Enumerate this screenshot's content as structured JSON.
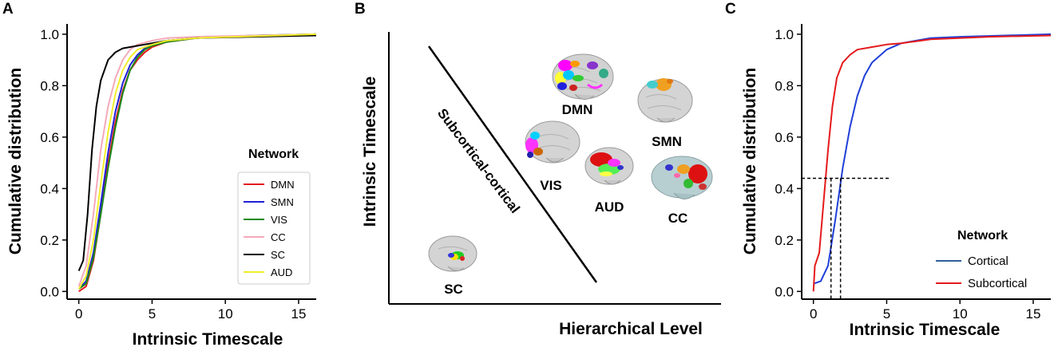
{
  "panels": {
    "a": "A",
    "b": "B",
    "c": "C"
  },
  "chart_data": [
    {
      "type": "line",
      "panel": "A",
      "xlabel": "Intrinsic Timescale",
      "ylabel": "Cumulative distribution",
      "xlim": [
        -0.8,
        16.2
      ],
      "ylim": [
        -0.03,
        1.04
      ],
      "xticks": [
        0,
        5,
        10,
        15
      ],
      "yticks": [
        0.0,
        0.2,
        0.4,
        0.6,
        0.8,
        1.0
      ],
      "legend": {
        "title": "Network",
        "placement": "center-right"
      },
      "series": [
        {
          "name": "DMN",
          "color": "#e41a1c",
          "points": [
            [
              0,
              0.0
            ],
            [
              0.5,
              0.02
            ],
            [
              1.0,
              0.12
            ],
            [
              1.5,
              0.3
            ],
            [
              2.0,
              0.5
            ],
            [
              2.5,
              0.66
            ],
            [
              3.0,
              0.78
            ],
            [
              3.5,
              0.86
            ],
            [
              4.0,
              0.9
            ],
            [
              4.5,
              0.93
            ],
            [
              5.0,
              0.95
            ],
            [
              6.0,
              0.97
            ],
            [
              8.0,
              0.985
            ],
            [
              10.0,
              0.99
            ],
            [
              16.2,
              1.0
            ]
          ]
        },
        {
          "name": "SMN",
          "color": "#1f1fd6",
          "points": [
            [
              0,
              0.01
            ],
            [
              0.5,
              0.04
            ],
            [
              1.0,
              0.15
            ],
            [
              1.5,
              0.34
            ],
            [
              2.0,
              0.54
            ],
            [
              2.5,
              0.7
            ],
            [
              3.0,
              0.81
            ],
            [
              3.5,
              0.88
            ],
            [
              4.0,
              0.92
            ],
            [
              4.5,
              0.945
            ],
            [
              5.0,
              0.96
            ],
            [
              6.0,
              0.975
            ],
            [
              8.0,
              0.985
            ],
            [
              12.0,
              0.995
            ],
            [
              16.2,
              1.0
            ]
          ]
        },
        {
          "name": "VIS",
          "color": "#1a8a1a",
          "points": [
            [
              0,
              0.01
            ],
            [
              0.5,
              0.03
            ],
            [
              1.0,
              0.13
            ],
            [
              1.5,
              0.3
            ],
            [
              2.0,
              0.48
            ],
            [
              2.5,
              0.64
            ],
            [
              3.0,
              0.77
            ],
            [
              3.5,
              0.86
            ],
            [
              4.0,
              0.91
            ],
            [
              4.5,
              0.94
            ],
            [
              5.0,
              0.955
            ],
            [
              6.0,
              0.97
            ],
            [
              8.0,
              0.985
            ],
            [
              12.0,
              0.995
            ],
            [
              16.2,
              1.0
            ]
          ]
        },
        {
          "name": "CC",
          "color": "#f4aaba",
          "points": [
            [
              0,
              0.02
            ],
            [
              0.5,
              0.1
            ],
            [
              1.0,
              0.3
            ],
            [
              1.5,
              0.55
            ],
            [
              2.0,
              0.72
            ],
            [
              2.5,
              0.83
            ],
            [
              3.0,
              0.9
            ],
            [
              3.5,
              0.94
            ],
            [
              4.0,
              0.96
            ],
            [
              5.0,
              0.975
            ],
            [
              6.0,
              0.985
            ],
            [
              8.0,
              0.99
            ],
            [
              16.2,
              1.0
            ]
          ]
        },
        {
          "name": "SC",
          "color": "#000000",
          "points": [
            [
              0,
              0.08
            ],
            [
              0.3,
              0.12
            ],
            [
              0.6,
              0.3
            ],
            [
              0.9,
              0.55
            ],
            [
              1.2,
              0.72
            ],
            [
              1.5,
              0.82
            ],
            [
              2.0,
              0.9
            ],
            [
              2.5,
              0.93
            ],
            [
              3.0,
              0.945
            ],
            [
              4.0,
              0.955
            ],
            [
              5.0,
              0.965
            ],
            [
              6.0,
              0.975
            ],
            [
              8.0,
              0.985
            ],
            [
              12.0,
              0.99
            ],
            [
              16.2,
              0.995
            ]
          ]
        },
        {
          "name": "AUD",
          "color": "#f2ee2e",
          "points": [
            [
              0,
              0.01
            ],
            [
              0.5,
              0.06
            ],
            [
              1.0,
              0.2
            ],
            [
              1.5,
              0.42
            ],
            [
              2.0,
              0.62
            ],
            [
              2.5,
              0.77
            ],
            [
              3.0,
              0.86
            ],
            [
              3.5,
              0.91
            ],
            [
              4.0,
              0.94
            ],
            [
              5.0,
              0.96
            ],
            [
              6.0,
              0.975
            ],
            [
              8.0,
              0.985
            ],
            [
              16.2,
              1.0
            ]
          ]
        }
      ]
    },
    {
      "type": "line",
      "panel": "C",
      "xlabel": "Intrinsic Timescale",
      "ylabel": "Cumulative distribution",
      "xlim": [
        -0.8,
        16.2
      ],
      "ylim": [
        -0.03,
        1.04
      ],
      "xticks": [
        0,
        5,
        10,
        15
      ],
      "yticks": [
        0.0,
        0.2,
        0.4,
        0.6,
        0.8,
        1.0
      ],
      "legend": {
        "title": "Network",
        "placement": "lower-right"
      },
      "series": [
        {
          "name": "Cortical",
          "color": "#1f3fd8",
          "legend_color": "#2f5f9f",
          "points": [
            [
              0,
              0.03
            ],
            [
              0.5,
              0.04
            ],
            [
              1.0,
              0.1
            ],
            [
              1.5,
              0.28
            ],
            [
              2.0,
              0.48
            ],
            [
              2.5,
              0.64
            ],
            [
              3.0,
              0.76
            ],
            [
              3.5,
              0.84
            ],
            [
              4.0,
              0.89
            ],
            [
              5.0,
              0.94
            ],
            [
              6.0,
              0.965
            ],
            [
              8.0,
              0.985
            ],
            [
              10.0,
              0.99
            ],
            [
              16.2,
              1.0
            ]
          ]
        },
        {
          "name": "Subcortical",
          "color": "#e41a1c",
          "points": [
            [
              0,
              0.0
            ],
            [
              0.1,
              0.1
            ],
            [
              0.4,
              0.15
            ],
            [
              0.7,
              0.35
            ],
            [
              1.0,
              0.55
            ],
            [
              1.3,
              0.72
            ],
            [
              1.6,
              0.83
            ],
            [
              2.0,
              0.89
            ],
            [
              2.5,
              0.92
            ],
            [
              3.0,
              0.94
            ],
            [
              4.0,
              0.95
            ],
            [
              5.0,
              0.96
            ],
            [
              6.0,
              0.965
            ],
            [
              8.0,
              0.98
            ],
            [
              12.0,
              0.99
            ],
            [
              16.2,
              0.995
            ]
          ]
        }
      ],
      "reference_lines": {
        "y": 0.44,
        "x_end": 5.2,
        "x_left": 1.2,
        "x_right": 1.85
      }
    }
  ],
  "diagram": {
    "ylabel": "Intrinsic Timescale",
    "xlabel": "Hierarchical Level",
    "diagonal_label": "Subcortical-cortical",
    "networks": [
      {
        "id": "dmn",
        "label": "DMN"
      },
      {
        "id": "smn",
        "label": "SMN"
      },
      {
        "id": "vis",
        "label": "VIS"
      },
      {
        "id": "aud",
        "label": "AUD"
      },
      {
        "id": "cc",
        "label": "CC"
      },
      {
        "id": "sc",
        "label": "SC"
      }
    ]
  }
}
